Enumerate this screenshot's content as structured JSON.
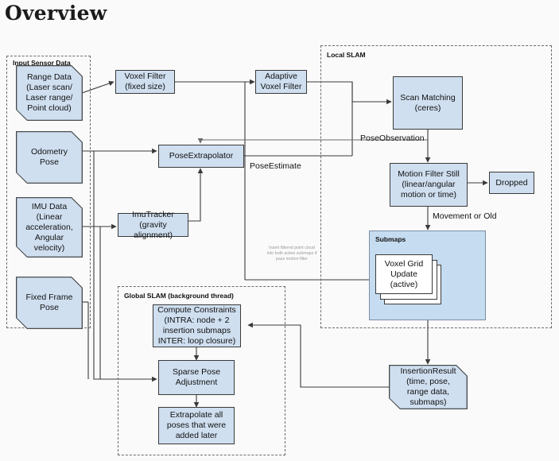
{
  "page": {
    "title": "Overview",
    "background_color": "#fafafa",
    "node_fill": "#cfdff0",
    "node_stroke": "#3a3a3a",
    "group_stroke": "#6b6b6b",
    "submaps_fill": "#c6dcf0"
  },
  "groups": {
    "input": {
      "label": "Input Sensor Data"
    },
    "local_slam": {
      "label": "Local SLAM"
    },
    "global_slam": {
      "label": "Global SLAM (background thread)"
    }
  },
  "inputs": [
    {
      "label": "Range Data\n(Laser scan/\nLaser range/\nPoint cloud)"
    },
    {
      "label": "Odometry\nPose"
    },
    {
      "label": "IMU Data\n(Linear\nacceleration,\nAngular\nvelocity)"
    },
    {
      "label": "Fixed Frame\nPose"
    }
  ],
  "nodes": {
    "voxel_filter": "Voxel Filter\n(fixed size)",
    "adaptive_voxel_filter": "Adaptive\nVoxel Filter",
    "pose_extrapolator": "PoseExtrapolator",
    "imu_tracker": "ImuTracker\n(gravity alignment)",
    "scan_matching": "Scan Matching\n(ceres)",
    "motion_filter": "Motion Filter Still\n(linear/angular\nmotion or time)",
    "dropped": "Dropped",
    "submaps_title": "Submaps",
    "voxel_grid_update": "Voxel Grid\nUpdate\n(active)",
    "insertion_result": "InsertionResult\n(time, pose,\nrange data,\nsubmaps)",
    "compute_constraints": "Compute Constraints\n(INTRA: node + 2\ninsertion submaps\nINTER: loop closure)",
    "sparse_pose_adjustment": "Sparse Pose\nAdjustment",
    "extrapolate_poses": "Extrapolate all\nposes that were\nadded later"
  },
  "edge_labels": {
    "pose_estimate": "PoseEstimate",
    "pose_observation": "PoseObservation",
    "movement_or_old": "Movement or Old"
  },
  "annotations": {
    "insert_note": "Insert filtered point cloud\ninto both active submaps if\npass motion filter"
  }
}
